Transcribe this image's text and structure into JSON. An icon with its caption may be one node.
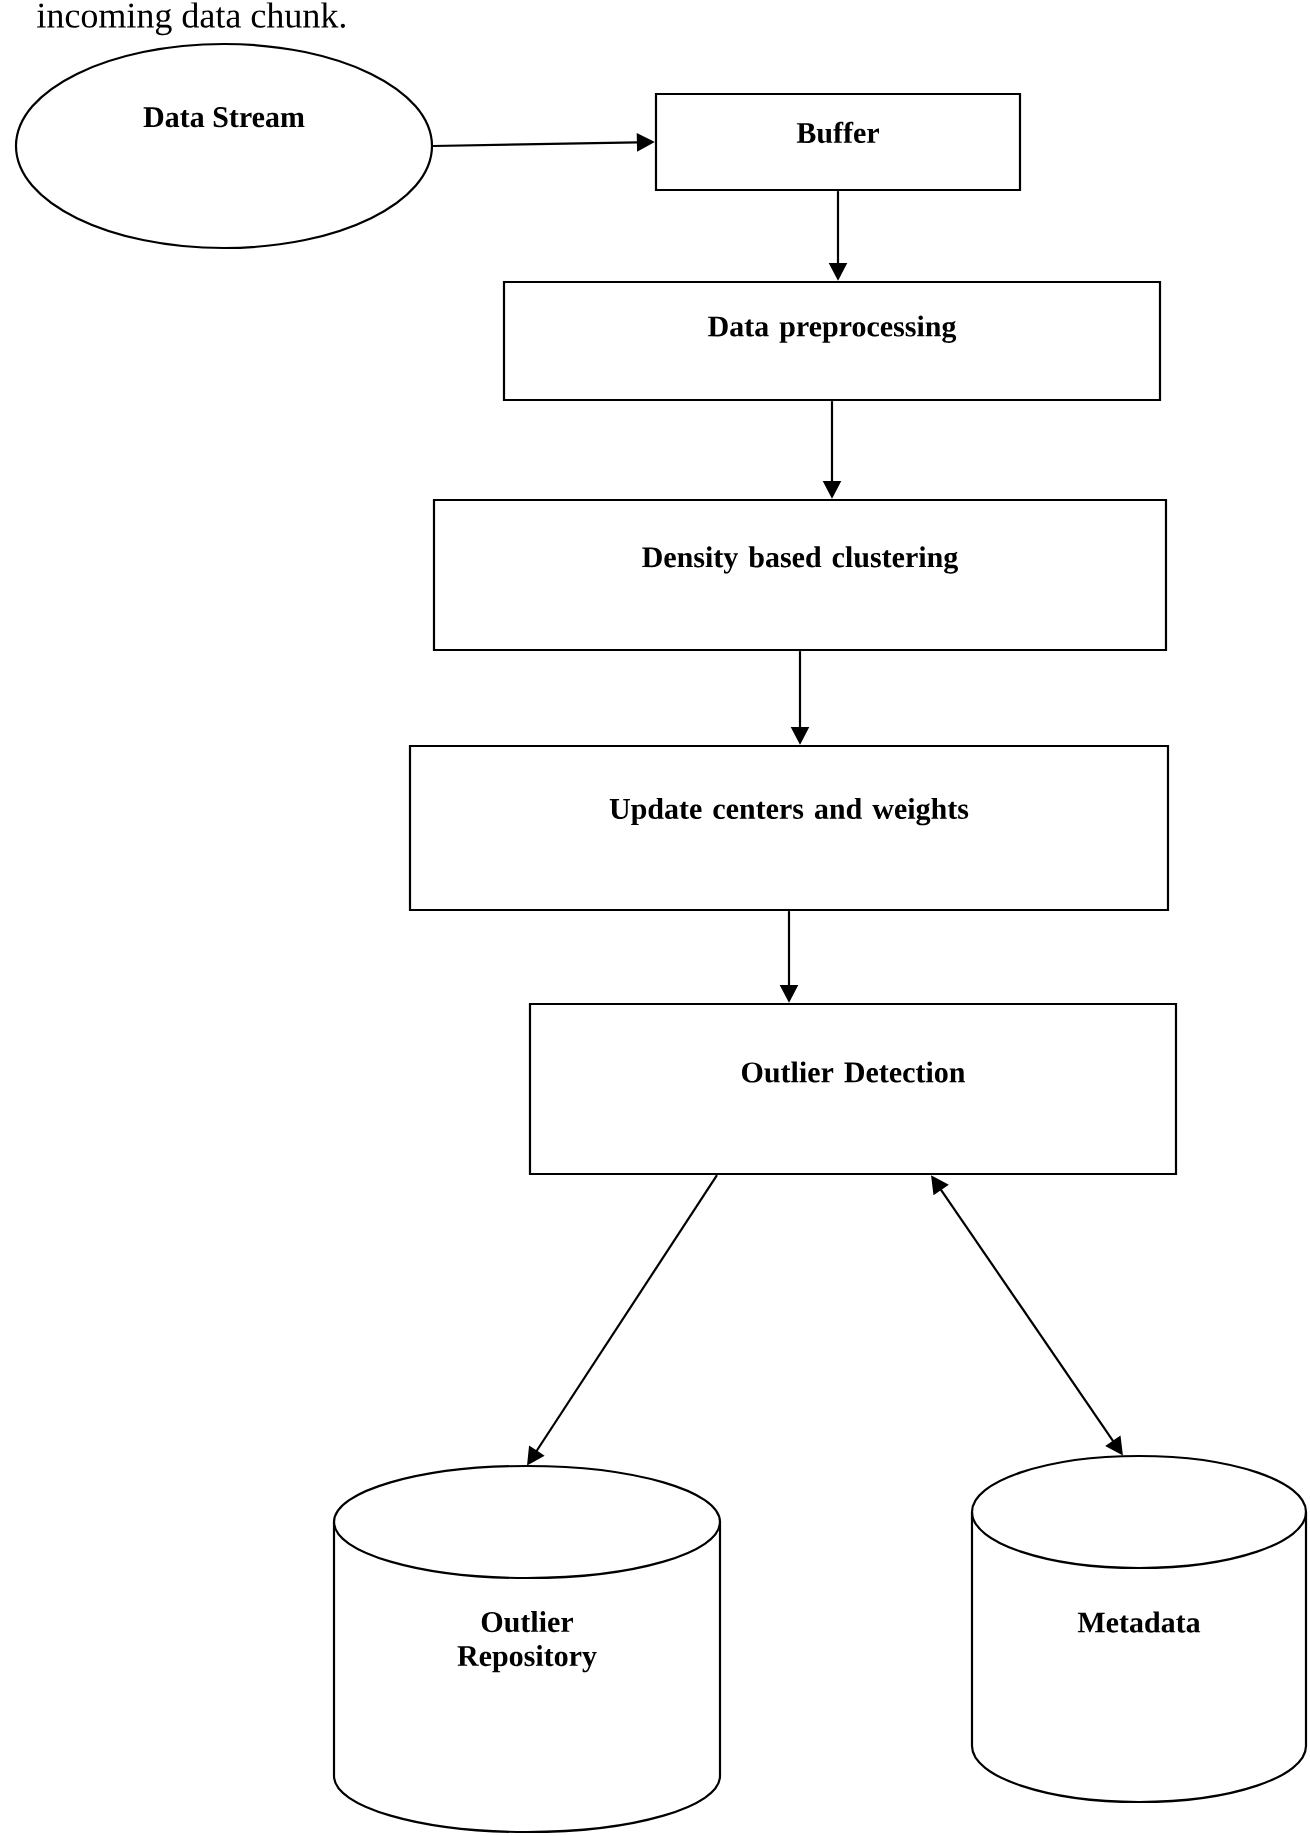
{
  "diagram": {
    "nodes": [
      {
        "text": [
          "Data Stream"
        ]
      },
      {
        "text": [
          "Buffer"
        ]
      },
      {
        "text": [
          "Data preprocessing"
        ]
      },
      {
        "text": [
          "Density based clustering"
        ]
      },
      {
        "text": [
          "Update centers and weights"
        ]
      },
      {
        "text": [
          "Outlier Detection"
        ]
      },
      {
        "text": [
          "Outlier Repository"
        ]
      },
      {
        "text": [
          "Metadata"
        ]
      }
    ],
    "edges": [
      {
        "from": 0,
        "to": 1,
        "arrow": "to"
      },
      {
        "from": 1,
        "to": 2,
        "arrow": "to"
      },
      {
        "from": 2,
        "to": 3,
        "arrow": "to"
      },
      {
        "from": 3,
        "to": 4,
        "arrow": "to"
      },
      {
        "from": 4,
        "to": 5,
        "arrow": "to"
      },
      {
        "from": 5,
        "to": 6,
        "arrow": "to"
      },
      {
        "from": 5,
        "to": 7,
        "arrow": "both"
      }
    ],
    "labels": [
      "incoming data chunk."
    ]
  }
}
